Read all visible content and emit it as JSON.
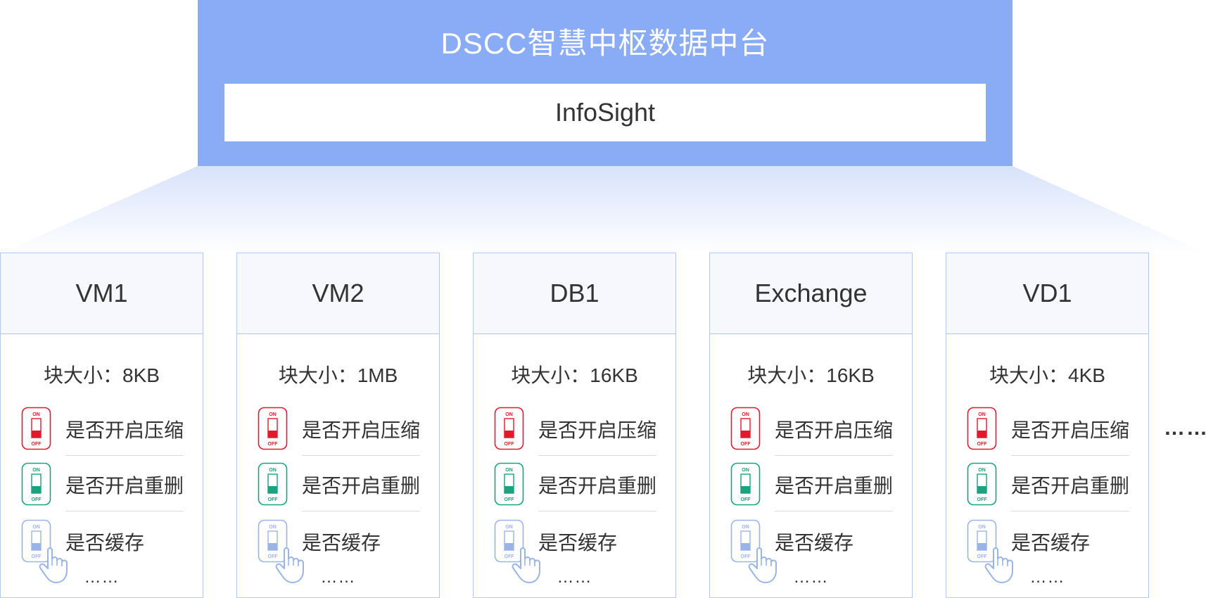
{
  "hub": {
    "title": "DSCC智慧中枢数据中台",
    "inner_label": "InfoSight",
    "color": "#8aabf5"
  },
  "workloads": [
    {
      "name": "VM1",
      "block_size": "块大小：8KB",
      "options": [
        {
          "label": "是否开启压缩",
          "switch": "on",
          "icon": "toggle-switch-on-icon"
        },
        {
          "label": "是否开启重删",
          "switch": "off",
          "icon": "toggle-switch-off-icon"
        },
        {
          "label": "是否缓存",
          "switch": "pointer",
          "icon": "toggle-switch-hand-icon"
        }
      ],
      "more": "……"
    },
    {
      "name": "VM2",
      "block_size": "块大小：1MB",
      "options": [
        {
          "label": "是否开启压缩",
          "switch": "on",
          "icon": "toggle-switch-on-icon"
        },
        {
          "label": "是否开启重删",
          "switch": "off",
          "icon": "toggle-switch-off-icon"
        },
        {
          "label": "是否缓存",
          "switch": "pointer",
          "icon": "toggle-switch-hand-icon"
        }
      ],
      "more": "……"
    },
    {
      "name": "DB1",
      "block_size": "块大小：16KB",
      "options": [
        {
          "label": "是否开启压缩",
          "switch": "on",
          "icon": "toggle-switch-on-icon"
        },
        {
          "label": "是否开启重删",
          "switch": "off",
          "icon": "toggle-switch-off-icon"
        },
        {
          "label": "是否缓存",
          "switch": "pointer",
          "icon": "toggle-switch-hand-icon"
        }
      ],
      "more": "……"
    },
    {
      "name": "Exchange",
      "block_size": "块大小：16KB",
      "options": [
        {
          "label": "是否开启压缩",
          "switch": "on",
          "icon": "toggle-switch-on-icon"
        },
        {
          "label": "是否开启重删",
          "switch": "off",
          "icon": "toggle-switch-off-icon"
        },
        {
          "label": "是否缓存",
          "switch": "pointer",
          "icon": "toggle-switch-hand-icon"
        }
      ],
      "more": "……"
    },
    {
      "name": "VD1",
      "block_size": "块大小：4KB",
      "options": [
        {
          "label": "是否开启压缩",
          "switch": "on",
          "icon": "toggle-switch-on-icon"
        },
        {
          "label": "是否开启重删",
          "switch": "off",
          "icon": "toggle-switch-off-icon"
        },
        {
          "label": "是否缓存",
          "switch": "pointer",
          "icon": "toggle-switch-hand-icon"
        }
      ],
      "more": "……"
    }
  ],
  "more_workloads": "……",
  "switch_text": {
    "on": "ON",
    "off": "OFF"
  },
  "colors": {
    "switch_on": "#e0192d",
    "switch_off": "#17a47e",
    "switch_hand": "#9ab4ea"
  }
}
